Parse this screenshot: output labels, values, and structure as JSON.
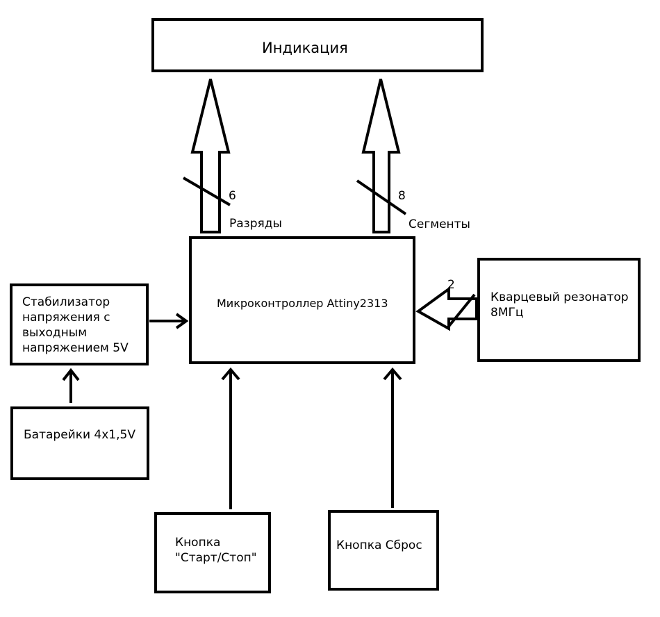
{
  "blocks": {
    "indication": "Индикация",
    "mcu": "Микроконтроллер Attiny2313",
    "stabilizer": "Стабилизатор\nнапряжения с\nвыходным\nнапряжением 5V",
    "battery": "Батарейки 4х1,5V",
    "crystal": "Кварцевый резонатор\n8МГц",
    "btn_start": "Кнопка\n\"Старт/Стоп\"",
    "btn_reset": "Кнопка Сброс"
  },
  "buses": {
    "digits_count": "6",
    "digits_label": "Разряды",
    "segments_count": "8",
    "segments_label": "Сегменты",
    "crystal_count": "2"
  }
}
